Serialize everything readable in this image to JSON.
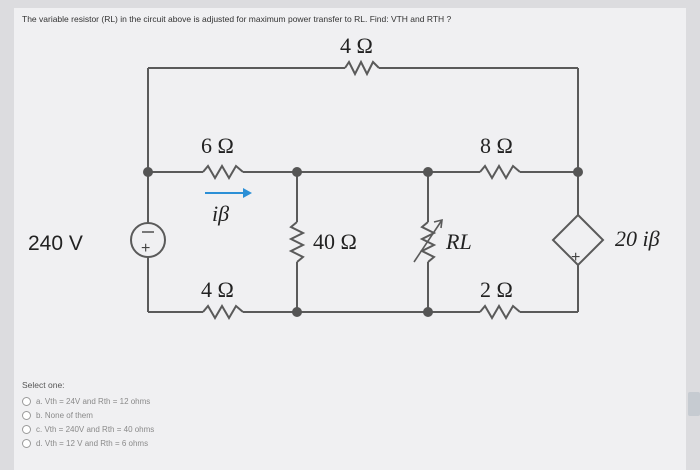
{
  "question": "The variable resistor (RL) in the circuit above is adjusted for maximum power transfer to RL. Find: VTH and RTH ?",
  "circuit": {
    "source_voltage": "240 V",
    "r_top": "4 Ω",
    "r_6": "6 Ω",
    "r_8": "8 Ω",
    "r_40": "40 Ω",
    "r_4": "4 Ω",
    "r_2": "2 Ω",
    "rl_label": "RL",
    "current_label": "iβ",
    "dep_source_label": "20 iβ",
    "source_polarity": "+",
    "dep_polarity": "+"
  },
  "quiz": {
    "select_label": "Select one:",
    "options": [
      "a. Vth = 24V and Rth = 12 ohms",
      "b. None of them",
      "c. Vth = 240V and Rth = 40 ohms",
      "d. Vth = 12 V and Rth = 6 ohms"
    ]
  },
  "colors": {
    "wire": "#5a5a5a",
    "node": "#555555",
    "arrow": "#2b8fd6"
  }
}
